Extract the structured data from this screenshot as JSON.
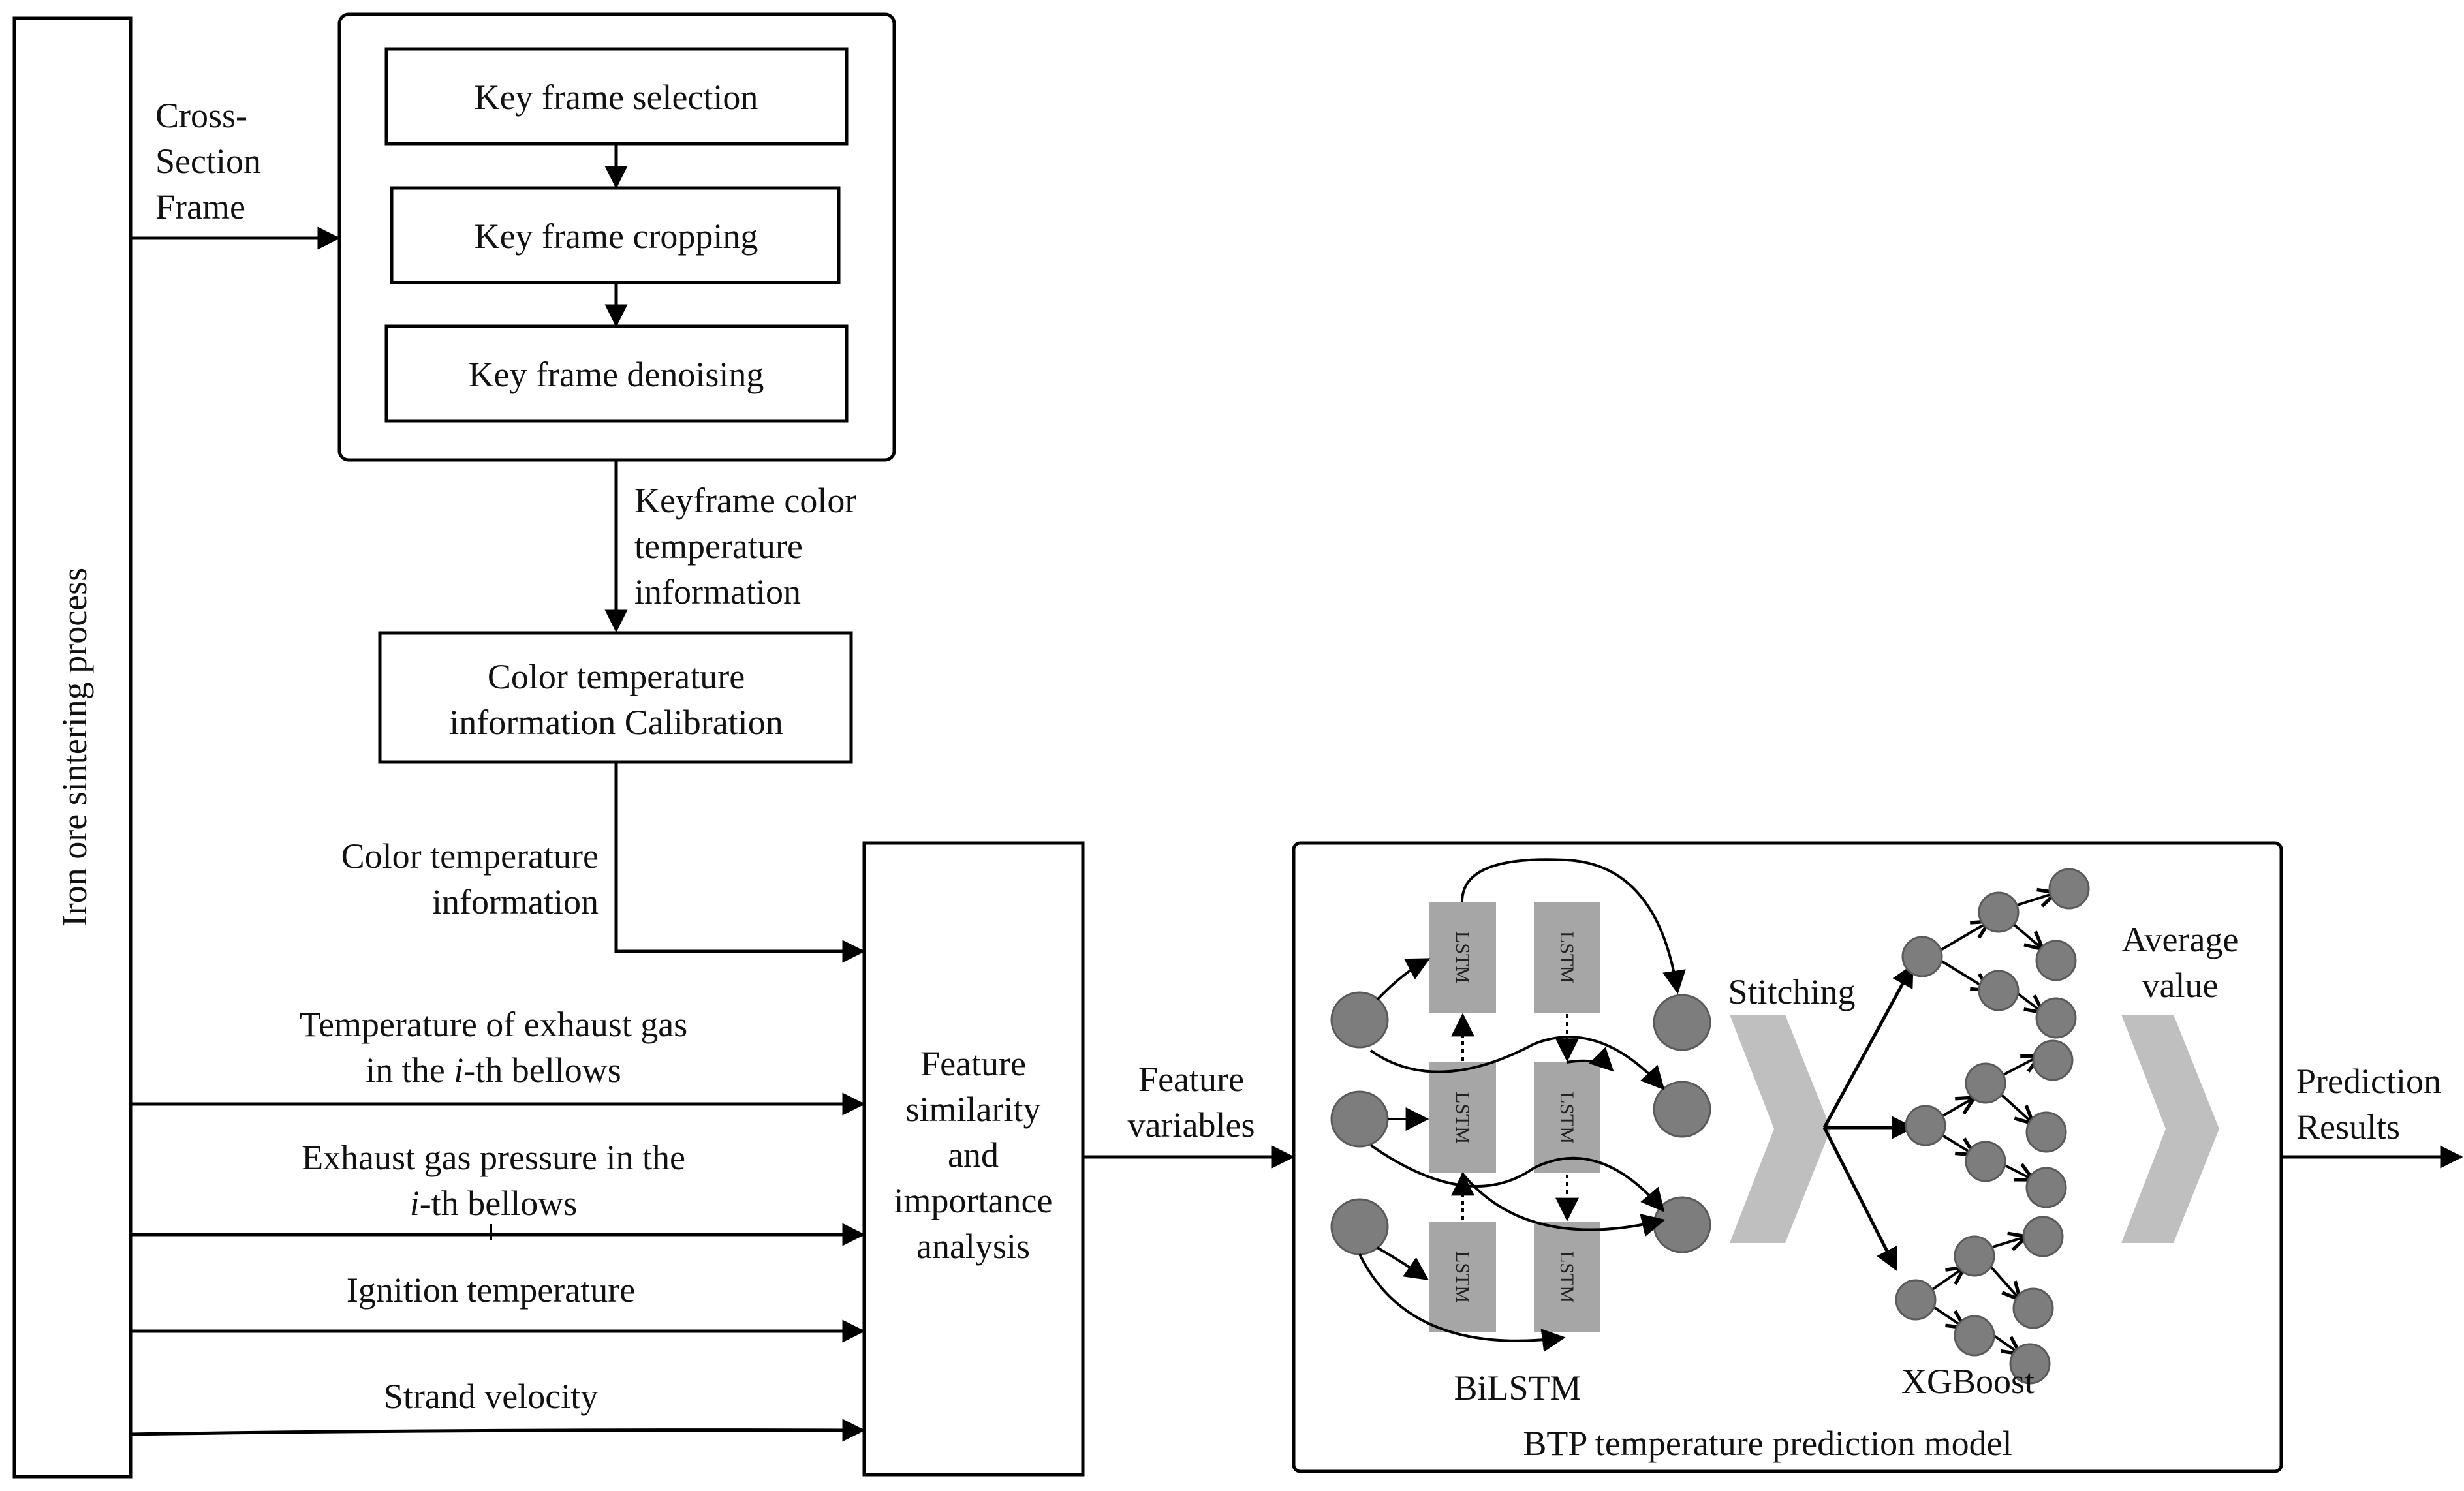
{
  "left_bar": {
    "label": "Iron ore sintering process"
  },
  "input_label": {
    "line1": "Cross-",
    "line2": "Section",
    "line3": "Frame"
  },
  "keyframe_group": {
    "steps": [
      "Key frame selection",
      "Key frame cropping",
      "Key frame denoising"
    ]
  },
  "keyframe_output": {
    "line1": "Keyframe color",
    "line2": "temperature",
    "line3": "information"
  },
  "calibration_box": {
    "line1": "Color temperature",
    "line2": "information Calibration"
  },
  "color_temp_label": {
    "line1": "Color temperature",
    "line2": "information"
  },
  "process_inputs": {
    "exhaust_temp": {
      "line1": "Temperature of exhaust gas",
      "line2_pre": "in the ",
      "line2_i": "i",
      "line2_post": "-th bellows"
    },
    "exhaust_pressure": {
      "line1": "Exhaust gas pressure in the",
      "line2_i": "i",
      "line2_post": "-th bellows"
    },
    "ignition": "Ignition temperature",
    "strand": "Strand velocity"
  },
  "analysis_box": {
    "lines": [
      "Feature",
      "similarity",
      "and",
      "importance",
      "analysis"
    ]
  },
  "feature_vars": {
    "line1": "Feature",
    "line2": "variables"
  },
  "model": {
    "title": "BTP temperature prediction model",
    "lstm_cell": "LSTM",
    "bilstm_label": "BiLSTM",
    "stitching_label": "Stitching",
    "xgboost_label": "XGBoost",
    "average": {
      "line1": "Average",
      "line2": "value"
    }
  },
  "output": {
    "line1": "Prediction",
    "line2": "Results"
  },
  "colors": {
    "node": "#7d7d7d",
    "lstm": "#a6a6a6",
    "chevron": "#bfbfbf"
  }
}
